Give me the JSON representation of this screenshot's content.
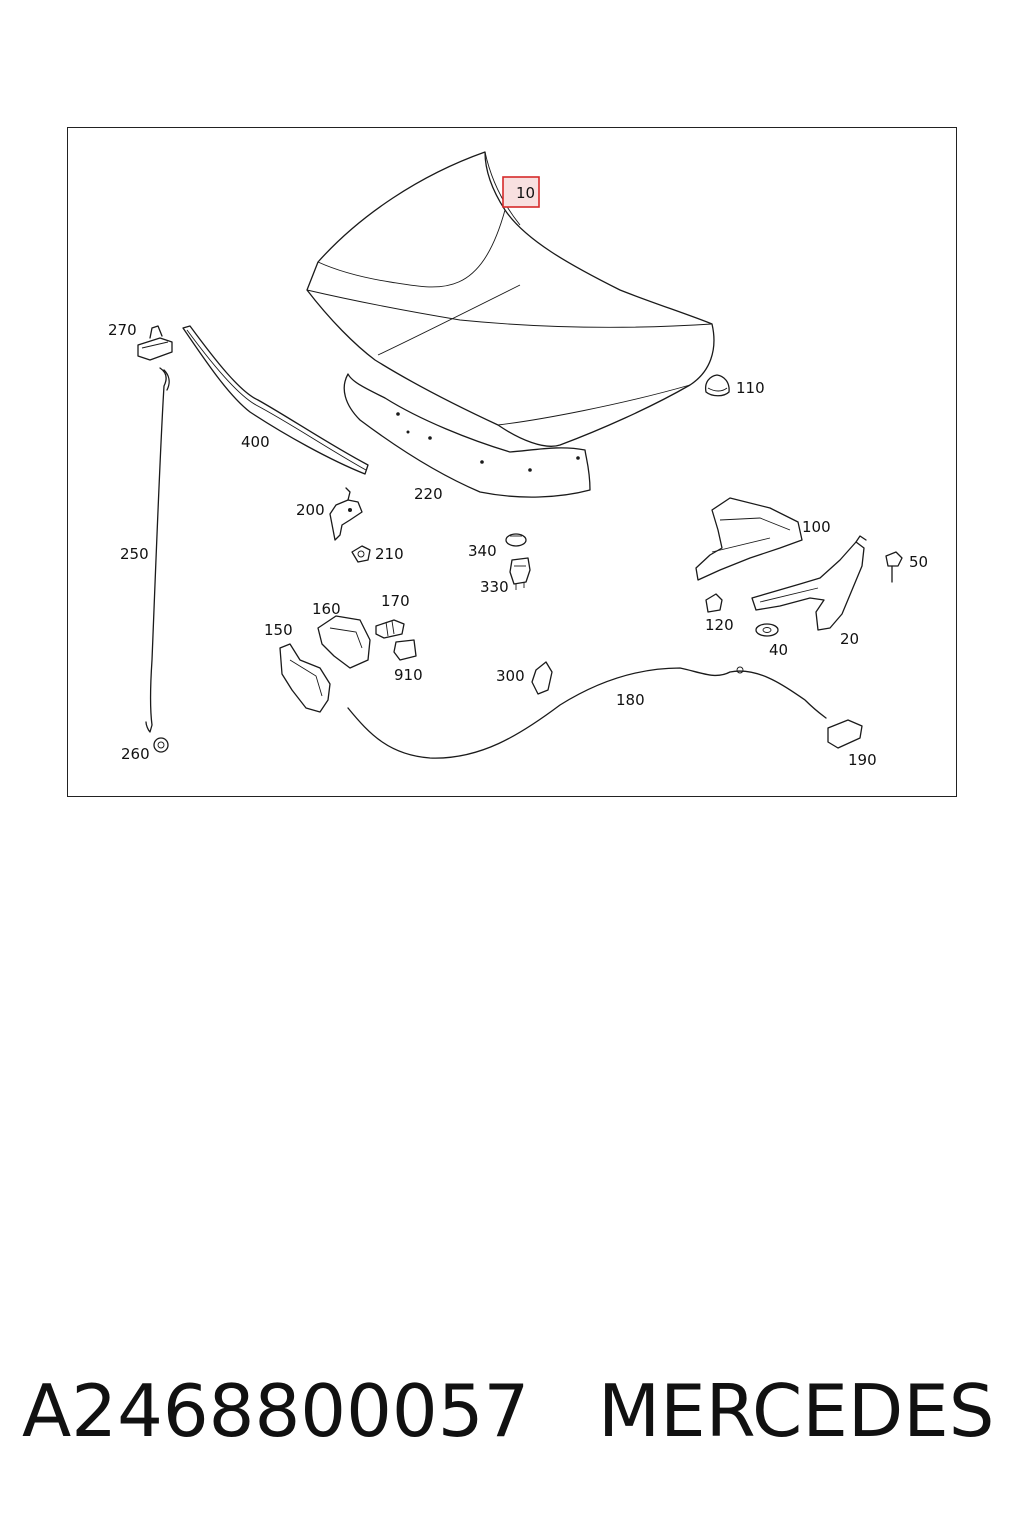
{
  "diagram": {
    "highlighted_callout": "10",
    "callouts": {
      "c10": "10",
      "c20": "20",
      "c40": "40",
      "c50": "50",
      "c100": "100",
      "c110": "110",
      "c120": "120",
      "c150": "150",
      "c160": "160",
      "c170": "170",
      "c180": "180",
      "c190": "190",
      "c200": "200",
      "c210": "210",
      "c220": "220",
      "c250": "250",
      "c260": "260",
      "c270": "270",
      "c300": "300",
      "c330": "330",
      "c340": "340",
      "c400": "400",
      "c910": "910"
    },
    "colors": {
      "highlight_border": "#d62a2a",
      "highlight_fill": "#f8e0e0",
      "line": "#1a1a1a"
    }
  },
  "footer": {
    "part_number": "A2468800057",
    "brand": "MERCEDES"
  }
}
